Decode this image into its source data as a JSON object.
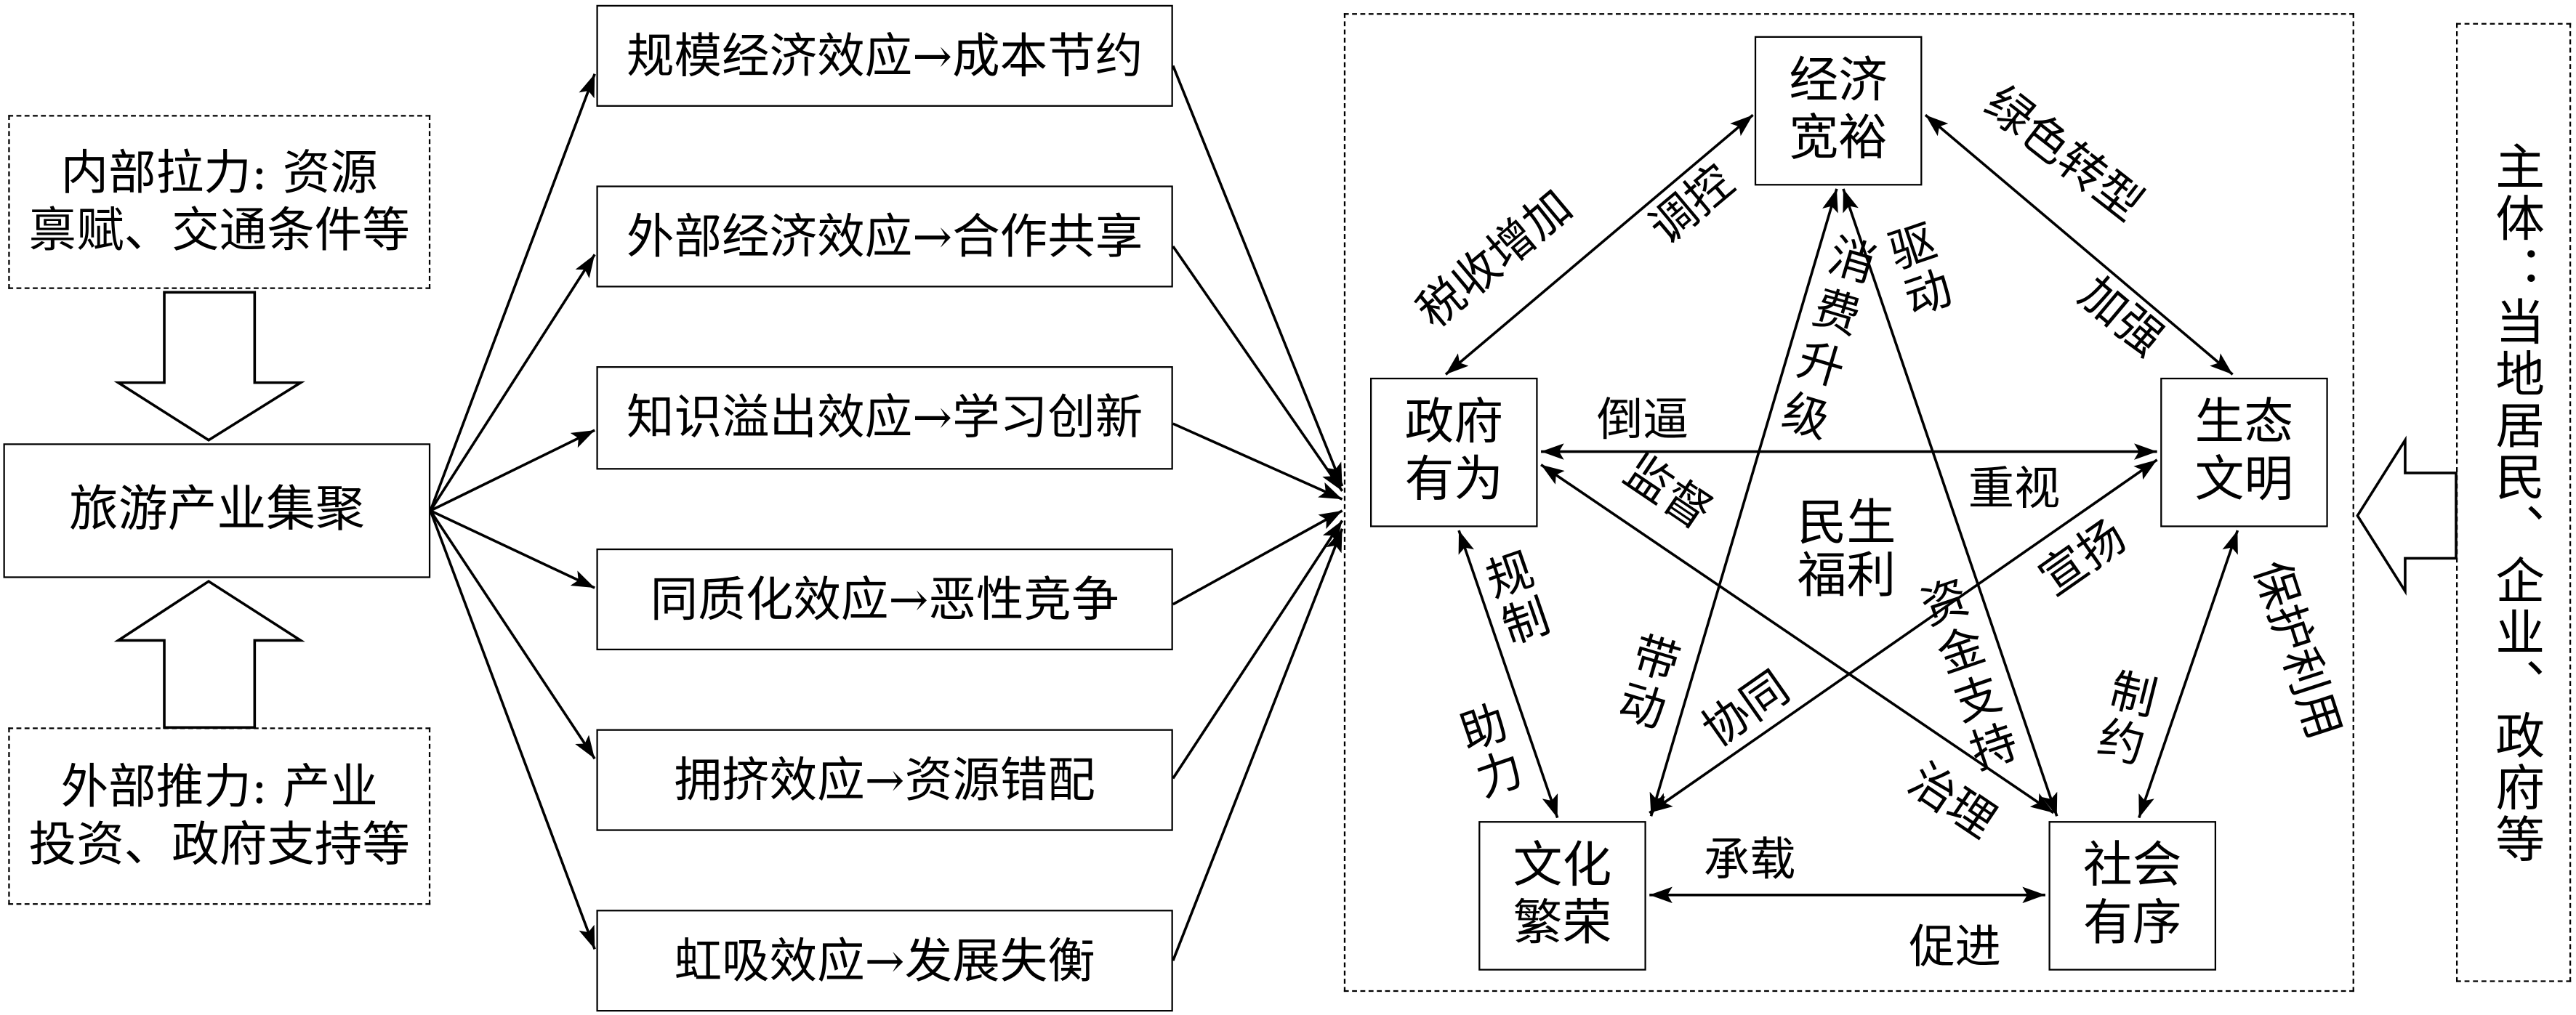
{
  "left": {
    "internal_pull": {
      "line1": "内部拉力: 资源",
      "line2": "禀赋、交通条件等"
    },
    "cluster": "旅游产业集聚",
    "external_push": {
      "line1": "外部推力: 产业",
      "line2": "投资、政府支持等"
    }
  },
  "effects": [
    "规模经济效应→成本节约",
    "外部经济效应→合作共享",
    "知识溢出效应→学习创新",
    "同质化效应→恶性竞争",
    "拥挤效应→资源错配",
    "虹吸效应→发展失衡"
  ],
  "nodes": {
    "economy": "经济宽裕",
    "government": "政府有为",
    "ecology": "生态文明",
    "culture": "文化繁荣",
    "society": "社会有序"
  },
  "center": "民生福利",
  "relations": {
    "government_economy": [
      "税收增加",
      "调控"
    ],
    "economy_ecology": [
      "绿色转型",
      "加强"
    ],
    "government_ecology": [
      "倒逼",
      "重视"
    ],
    "government_culture": [
      "规制",
      "助力"
    ],
    "ecology_society": [
      "保护利用",
      "制约"
    ],
    "culture_society": [
      "承载",
      "促进"
    ],
    "economy_culture": [
      "消费升级",
      "带动"
    ],
    "economy_society": [
      "驱动",
      "资金支持"
    ],
    "government_society": [
      "监督",
      "治理"
    ],
    "ecology_culture": [
      "宣扬",
      "协同"
    ]
  },
  "actors": "主体：当地居民、企业、政府等"
}
